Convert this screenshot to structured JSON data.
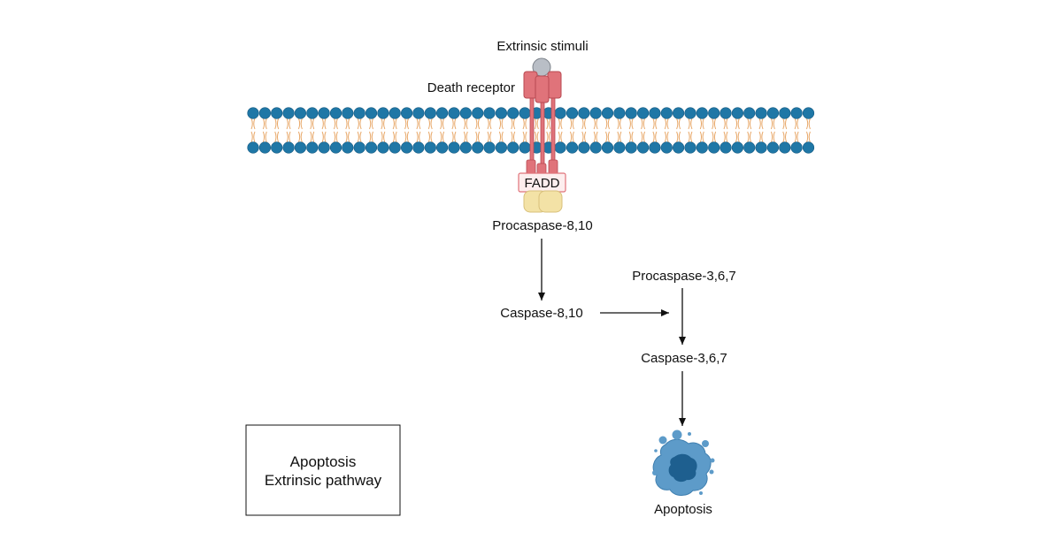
{
  "labels": {
    "extrinsic_stimuli": "Extrinsic stimuli",
    "death_receptor": "Death receptor",
    "fadd": "FADD",
    "procaspase_8_10": "Procaspase-8,10",
    "caspase_8_10": "Caspase-8,10",
    "procaspase_3_6_7": "Procaspase-3,6,7",
    "caspase_3_6_7": "Caspase-3,6,7",
    "apoptosis": "Apoptosis"
  },
  "legend": {
    "line1": "Apoptosis",
    "line2": "Extrinsic pathway"
  },
  "colors": {
    "membrane_head": "#1f77a6",
    "membrane_tail": "#e8a96b",
    "receptor": "#e0737a",
    "receptor_stroke": "#b84a52",
    "ligand": "#b9bec6",
    "fadd_fill": "#fdeeee",
    "procaspase": "#f3e2a6",
    "cell_outer": "#5d9bc9",
    "cell_inner": "#1e5f8f"
  }
}
